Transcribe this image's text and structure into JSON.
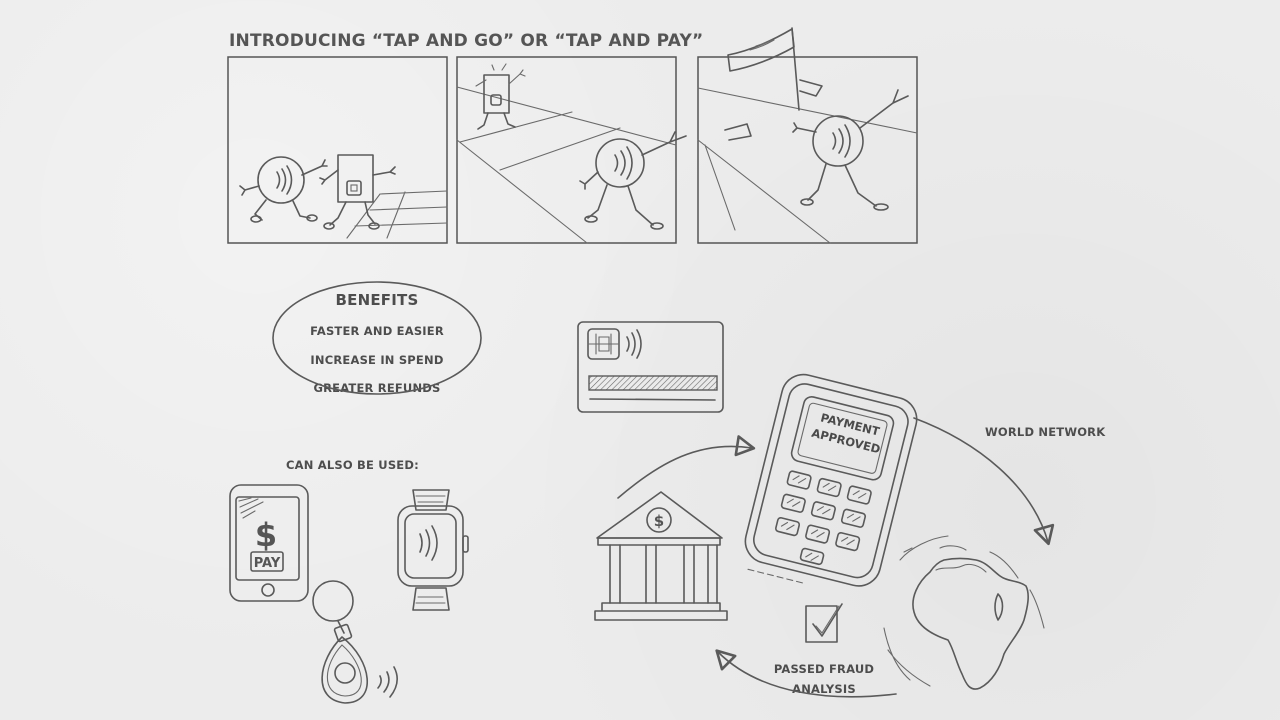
{
  "title": "INTRODUCING “TAP AND GO” OR “TAP AND PAY”",
  "benefits": {
    "heading": "BENEFITS",
    "items": [
      "FASTER AND EASIER",
      "INCREASE IN SPEND",
      "GREATER REFUNDS"
    ]
  },
  "also_used": "CAN ALSO BE USED:",
  "phone_button": "PAY",
  "phone_symbol": "$",
  "bank_symbol": "$",
  "terminal_screen": {
    "line1": "PAYMENT",
    "line2": "APPROVED"
  },
  "world_network": "WORLD NETWORK",
  "fraud": {
    "line1": "PASSED FRAUD",
    "line2": "ANALYSIS"
  },
  "colors": {
    "ink": "#5a5a5a",
    "paper": "#ececec"
  },
  "icons": [
    "contactless-card-character-icon",
    "chip-card-character-icon",
    "finish-flag-icon",
    "contactless-card-icon",
    "smartphone-pay-icon",
    "smartwatch-icon",
    "key-fob-icon",
    "bank-icon",
    "payment-terminal-icon",
    "globe-icon",
    "checkbox-icon"
  ]
}
